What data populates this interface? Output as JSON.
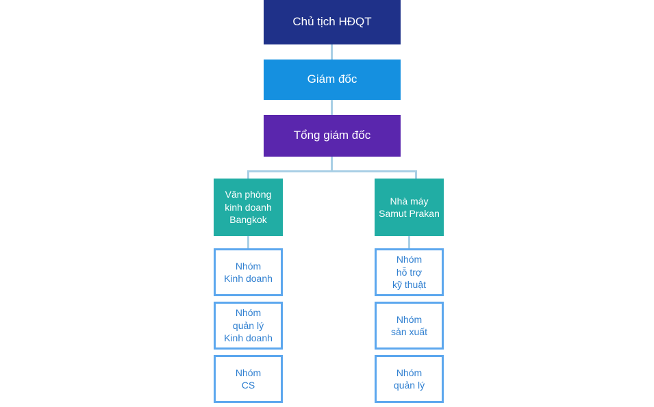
{
  "chart_title": "",
  "colors": {
    "chairman_fill": "#1f3189",
    "director_fill": "#1590e0",
    "ceo_fill": "#5a26ad",
    "division_fill": "#21ada4",
    "team_border": "#5ca7ee",
    "team_text": "#2f7fd0",
    "connector": "#a9cfe5",
    "background": "#ffffff"
  },
  "org": {
    "chairman": {
      "label": "Chủ tịch HĐQT"
    },
    "director": {
      "label": "Giám đốc"
    },
    "ceo": {
      "label": "Tổng giám đốc"
    },
    "divisions": [
      {
        "label": "Văn phòng\nkinh doanh\nBangkok",
        "teams": [
          {
            "label": "Nhóm\nKinh doanh"
          },
          {
            "label": "Nhóm\nquản lý\nKinh doanh"
          },
          {
            "label": "Nhóm\nCS"
          }
        ]
      },
      {
        "label": "Nhà máy\nSamut Prakan",
        "teams": [
          {
            "label": "Nhóm\nhỗ trợ\nkỹ thuật"
          },
          {
            "label": "Nhóm\nsản xuất"
          },
          {
            "label": "Nhóm\nquản lý"
          }
        ]
      }
    ]
  }
}
